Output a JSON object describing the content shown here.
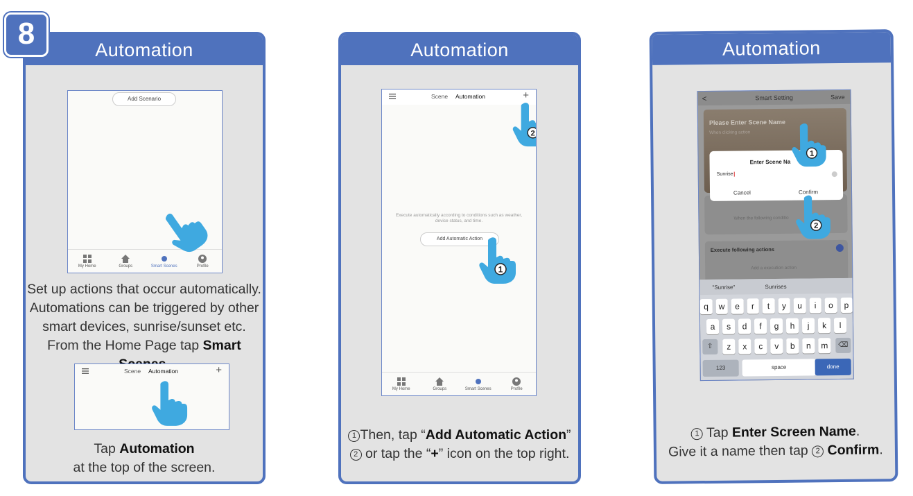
{
  "step_number": "8",
  "colors": {
    "accent": "#4f72bd",
    "panel_bg": "#e3e3e3",
    "hand": "#3fa9e0"
  },
  "panel1": {
    "title": "Automation",
    "screen_top": {
      "add_scenario": "Add Scenario"
    },
    "nav": [
      "My Home",
      "Groups",
      "Smart Scenes",
      "Profile"
    ],
    "caption_lines": [
      "Set up actions that occur automatically.",
      "Automations can be triggered by other",
      "smart devices, sunrise/sunset etc."
    ],
    "caption_last_prefix": "From the Home Page tap ",
    "caption_last_bold": "Smart Scenes",
    "caption_last_suffix": ".",
    "mini_tabs": {
      "scene": "Scene",
      "automation": "Automation",
      "plus": "+"
    },
    "caption2_prefix": "Tap ",
    "caption2_bold": "Automation",
    "caption2_line2": "at the top of the screen."
  },
  "panel2": {
    "title": "Automation",
    "tabs": {
      "scene": "Scene",
      "automation": "Automation",
      "plus": "+"
    },
    "empty_text": "Execute automatically according to conditions such as weather, device status, and time.",
    "add_button": "Add Automatic Action",
    "nav": [
      "My Home",
      "Groups",
      "Smart Scenes",
      "Profile"
    ],
    "badge1": "1",
    "badge2": "2",
    "caption1_prefix": "Then, tap “",
    "caption1_bold": "Add Automatic Action",
    "caption1_suffix": "”",
    "caption2_prefix": "or tap the “",
    "caption2_bold": "+",
    "caption2_suffix": "” icon on the top right."
  },
  "panel3": {
    "title": "Automation",
    "header": {
      "back": "<",
      "title": "Smart Setting",
      "save": "Save"
    },
    "scene_name_placeholder": "Please Enter Scene Name",
    "when_text": "When clicking  action",
    "dialog": {
      "title": "Enter Scene Na",
      "value": "Sunrise",
      "cancel": "Cancel",
      "confirm": "Confirm"
    },
    "condition_text": "When the following conditio",
    "execute_label": "Execute following actions",
    "add_execution": "Add a execution action",
    "suggestions": [
      "\"Sunrise\"",
      "Sunrises",
      ""
    ],
    "rows": [
      [
        "q",
        "w",
        "e",
        "r",
        "t",
        "y",
        "u",
        "i",
        "o",
        "p"
      ],
      [
        "a",
        "s",
        "d",
        "f",
        "g",
        "h",
        "j",
        "k",
        "l"
      ],
      [
        "z",
        "x",
        "c",
        "v",
        "b",
        "n",
        "m"
      ]
    ],
    "key_123": "123",
    "key_space": "space",
    "key_done": "done",
    "badge1": "1",
    "badge2": "2",
    "caption1_prefix": "Tap ",
    "caption1_bold": "Enter Screen Name",
    "caption1_suffix": ".",
    "caption2_prefix": "Give it a name then tap ",
    "caption2_bold": "Confirm",
    "caption2_suffix": "."
  }
}
